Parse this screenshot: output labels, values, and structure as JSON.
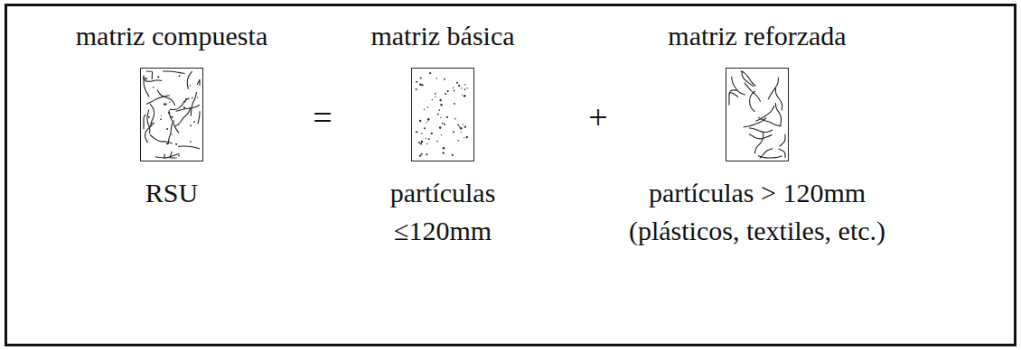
{
  "diagram": {
    "nodes": [
      {
        "text": [
          "matriz compuesta",
          "RSU"
        ]
      },
      {
        "text": [
          "matriz básica",
          "partículas ≤120mm"
        ]
      },
      {
        "text": [
          "matriz reforzada",
          "partículas > 120mm (plásticos, textiles, etc.)"
        ]
      }
    ],
    "labels": [
      "=",
      "+"
    ]
  }
}
